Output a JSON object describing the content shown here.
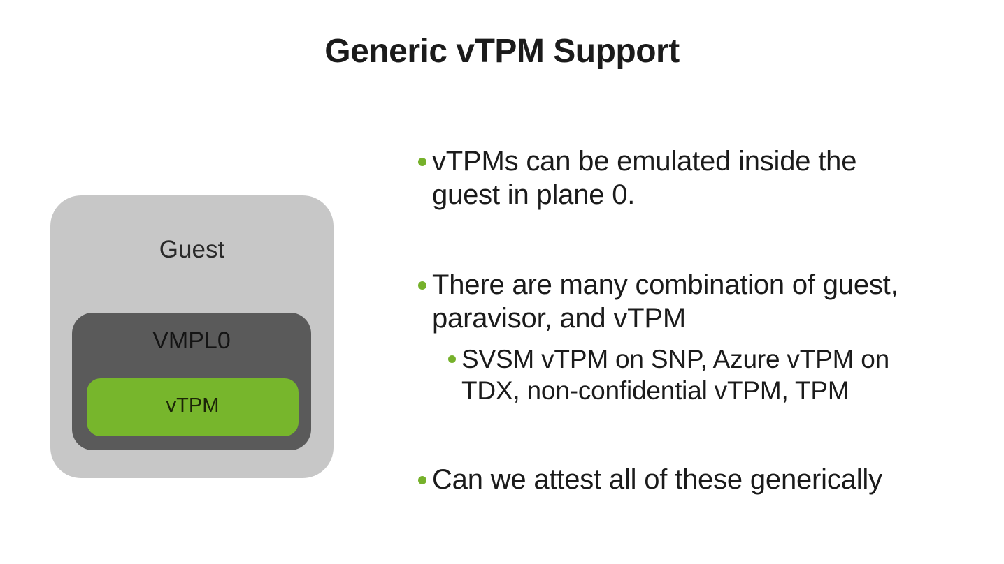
{
  "slide": {
    "title": "Generic vTPM Support",
    "colors": {
      "accent_green": "#76b12b",
      "diagram_outer_gray": "#c7c7c7",
      "diagram_inner_dark_gray": "#5a5a5a",
      "diagram_vtpm_green": "#77b62c",
      "text": "#1b1b1b"
    },
    "diagram": {
      "guest_label": "Guest",
      "vmpl0_label": "VMPL0",
      "vtpm_label": "vTPM"
    },
    "bullets": [
      {
        "level": 1,
        "text": "vTPMs can be emulated inside the\nguest in plane 0."
      },
      {
        "level": 1,
        "text": "There are many combination of guest,\nparavisor, and vTPM"
      },
      {
        "level": 2,
        "text": "SVSM vTPM on SNP, Azure vTPM on\nTDX, non-confidential vTPM, TPM"
      },
      {
        "level": 1,
        "text": "Can we attest all of these generically"
      }
    ]
  }
}
